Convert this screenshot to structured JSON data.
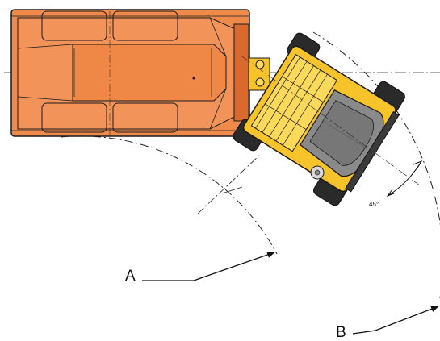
{
  "labels": {
    "a": "A",
    "b": "B",
    "angle": "45°"
  },
  "colors": {
    "rear_body": "#f08a4b",
    "rear_body_dark": "#d9692c",
    "front_body": "#f6c42a",
    "front_body_light": "#fbd95a",
    "engine_hood": "#8a8a8a",
    "engine_hood_dark": "#5f5f5f",
    "tyre": "#2a2a2a",
    "outline": "#1a1a1a"
  },
  "icons": {
    "arrow_a": "radius-arrow-icon",
    "arrow_b": "radius-arrow-icon"
  }
}
